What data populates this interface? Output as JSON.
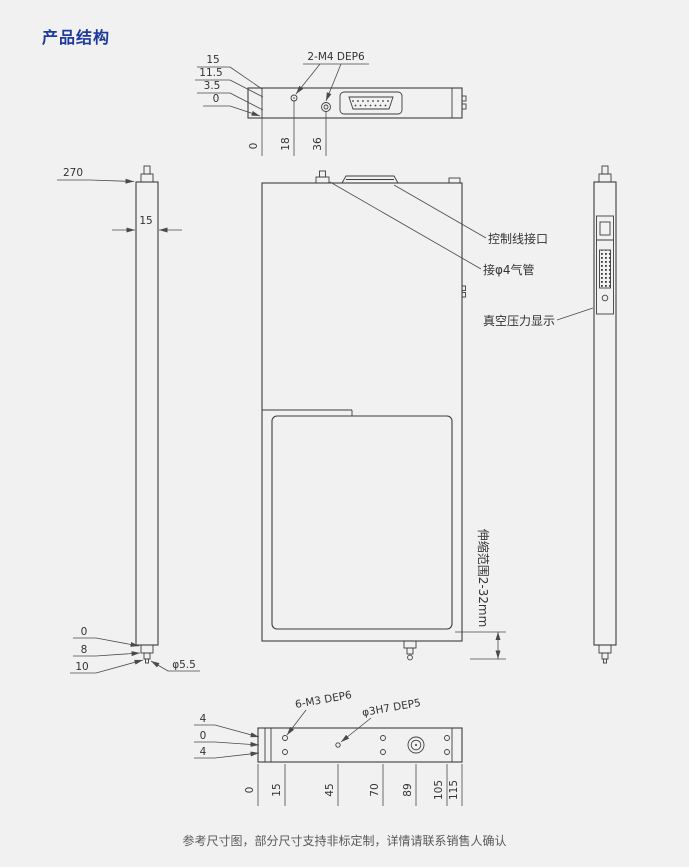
{
  "page": {
    "title": "产品结构",
    "footer": "参考尺寸图，部分尺寸支持非标定制，详情请联系销售人确认"
  },
  "colors": {
    "title_blue": "#1d3a9e",
    "line_gray": "#3d3d3d",
    "background": "#f1f1f2"
  },
  "top_view": {
    "dim_back": "15",
    "dim_hole_row1": "11.5",
    "dim_hole_row2": "3.5",
    "dim_zero": "0",
    "holes_label": "2-M4 DEP6",
    "dim_x0": "0",
    "dim_x18": "18",
    "dim_x36": "36"
  },
  "left_view": {
    "dim_total_height": "270",
    "dim_width": "15",
    "dim_b0": "0",
    "dim_b8": "8",
    "dim_b10": "10",
    "pin_diameter": "φ5.5"
  },
  "front_view": {
    "label_control_port": "控制线接口",
    "label_air_tube": "接φ4气管",
    "label_vacuum_display": "真空压力显示",
    "label_stroke_range": "伸缩范围2-32mm"
  },
  "bottom_view": {
    "m3_label": "6-M3 DEP6",
    "dowel_label": "φ3H7 DEP5",
    "dim_top4": "4",
    "dim_mid0": "0",
    "dim_bot4": "4",
    "dims_x": [
      "0",
      "15",
      "45",
      "70",
      "89",
      "105",
      "115"
    ]
  }
}
